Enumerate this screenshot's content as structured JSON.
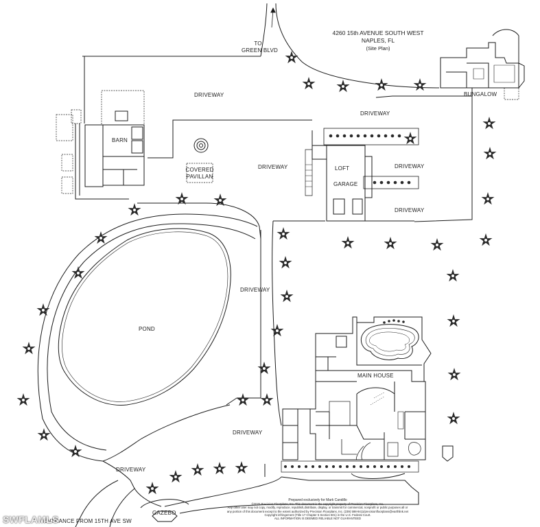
{
  "header": {
    "address": "4260 15th AVENUE SOUTH  WEST",
    "city": "NAPLES, FL",
    "subtitle": "(Site Plan)"
  },
  "labels": {
    "to_green": "TO",
    "green_blvd": "GREEN BLVD",
    "driveway": "DRIVEWAY",
    "barn": "BARN",
    "covered": "COVERED",
    "pavillan": "PAVILLAN",
    "loft": "LOFT",
    "garage": "GARAGE",
    "bungalow": "BUNGALOW",
    "pond": "POND",
    "main_house": "MAIN HOUSE",
    "gazebo": "GAZEBO",
    "entrance": "ENTRANCE FROM 15TH AVE SW"
  },
  "credit": {
    "line1": "Prepared exclusively for Mark Candillo",
    "line2": "©2025 Precision Floorplans, Inc.  This document is the copyright property of Precision Floorplans, Inc.",
    "line3": "Any other user may not copy, modify, reproduce, republish,distribute, display, or transmit for commercial, nonprofit or public purposes all or",
    "line4": "any portion of this document except to the extent authorized by Precision Floorplans, Inc. (239) 598-9411/precisionfloorplans@earthlink.net",
    "line5": "Copyright infringement (Title 17 Chapter 5 Section 501) in the U.S. Federal Court.",
    "line6": "ALL INFORMATION IS DEEMED RELIABLE NOT GUARANTEED"
  },
  "watermark": "SWFLAMLS",
  "colors": {
    "line": "#1a1a1a",
    "palm": "#2a2a2a",
    "background": "#ffffff"
  },
  "icons": {
    "palm": "palm-tree-icon",
    "fountain": "fountain-icon",
    "north_arrow": "arrow-icon"
  }
}
